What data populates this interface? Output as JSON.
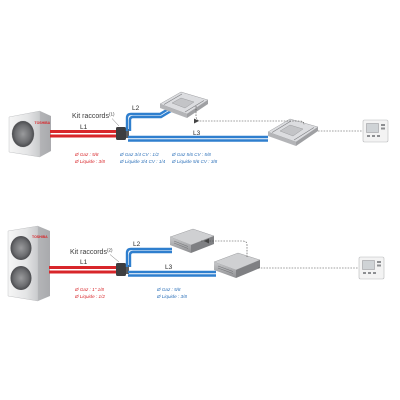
{
  "colors": {
    "gas_pipe": "#d8262a",
    "liquid_pipe": "#2f7fce",
    "brand": "#d8262a",
    "unit_body": "#e9eaeb",
    "dashed_link": "#444444"
  },
  "system_1": {
    "outdoor_unit": {
      "brand": "TOSHIBA",
      "type": "single-fan outdoor unit"
    },
    "kit_label": "Kit raccords",
    "kit_sup": "(1)",
    "line_main": "L1",
    "line_branch_1": "L2",
    "line_branch_2": "L3",
    "main_specs": [
      "Ø Gaz : 5/8",
      "Ø Liquide : 3/8"
    ],
    "branch_specs_1": [
      "Ø Gaz 3/4 CV : 1/2",
      "Ø Liquide 3/4 CV : 1/4"
    ],
    "branch_specs_2": [
      "Ø Gaz 5/6 CV : 5/8",
      "Ø Liquide 5/6 CV : 3/8"
    ],
    "indoor_units": [
      "cassette-unit",
      "cassette-unit"
    ],
    "remote": "wired-remote-controller"
  },
  "system_2": {
    "outdoor_unit": {
      "brand": "TOSHIBA",
      "type": "dual-fan outdoor unit"
    },
    "kit_label": "Kit raccords",
    "kit_sup": "(2)",
    "line_main": "L1",
    "line_branch_1": "L2",
    "line_branch_2": "L3",
    "main_specs": [
      "Ø Gaz : 1\" 1/8",
      "Ø Liquide : 1/2"
    ],
    "branch_specs": [
      "Ø Gaz : 5/8",
      "Ø Liquide : 3/8"
    ],
    "indoor_units": [
      "ducted-unit",
      "ducted-unit"
    ],
    "remote": "wired-remote-controller"
  }
}
